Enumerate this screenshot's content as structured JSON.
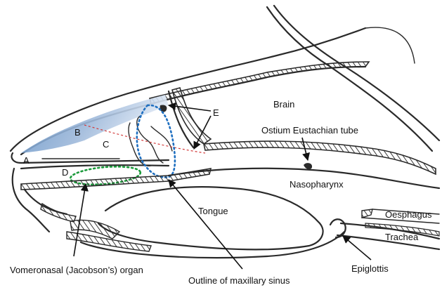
{
  "labels": {
    "brain": "Brain",
    "ostium": "Ostium Eustachian tube",
    "nasopharynx": "Nasopharynx",
    "oesphagus": "Oesphagus",
    "trachea": "Trachea",
    "tongue": "Tongue",
    "epiglottis": "Epiglottis",
    "vomeronasal": "Vomeronasal (Jacobson’s) organ",
    "maxillary": "Outline of maxillary sinus",
    "a": "A",
    "b": "B",
    "c": "C",
    "d": "D",
    "e": "E"
  },
  "colors": {
    "outline": "#2a2a2a",
    "hatch": "#3a3a3a",
    "blue_shade": "#8fb0d6",
    "maxillary_dotted": "#1f6fc0",
    "vomeronasal_dotted": "#1a9a3a",
    "red_dashed": "#d23a3a"
  }
}
